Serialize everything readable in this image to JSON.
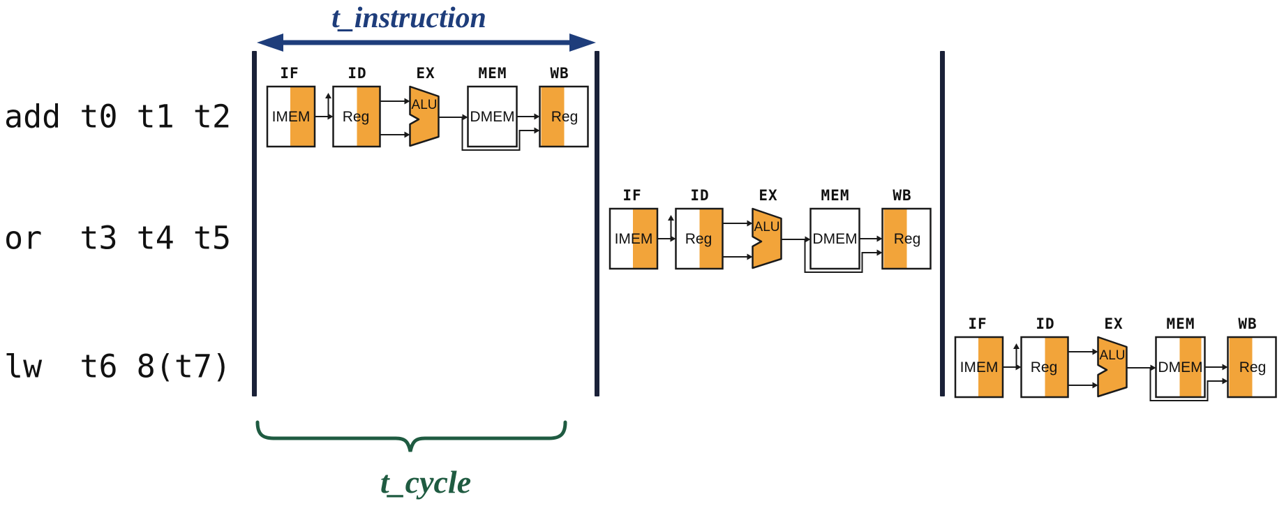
{
  "diagram": {
    "timing": {
      "instruction_label": "t_instruction",
      "cycle_label": "t_cycle"
    },
    "instructions": [
      "add t0 t1 t2",
      "or  t3 t4 t5",
      "lw  t6 8(t7)"
    ],
    "stages": [
      "IF",
      "ID",
      "EX",
      "MEM",
      "WB"
    ],
    "components": {
      "imem": "IMEM",
      "regfile": "Reg",
      "alu": "ALU",
      "dmem": "DMEM",
      "wb_reg": "Reg"
    },
    "datapaths": [
      {
        "cycle": 1,
        "row": 1,
        "mem_access": false
      },
      {
        "cycle": 2,
        "row": 2,
        "mem_access": false
      },
      {
        "cycle": 3,
        "row": 3,
        "mem_access": true
      }
    ],
    "colors": {
      "highlight_orange": "#F2A43A",
      "instruction_arrow_navy": "#1E3D7B",
      "cycle_bar_navy": "#1A2138",
      "cycle_brace_green": "#1F5B41",
      "wire_black": "#1A1A1A"
    }
  }
}
